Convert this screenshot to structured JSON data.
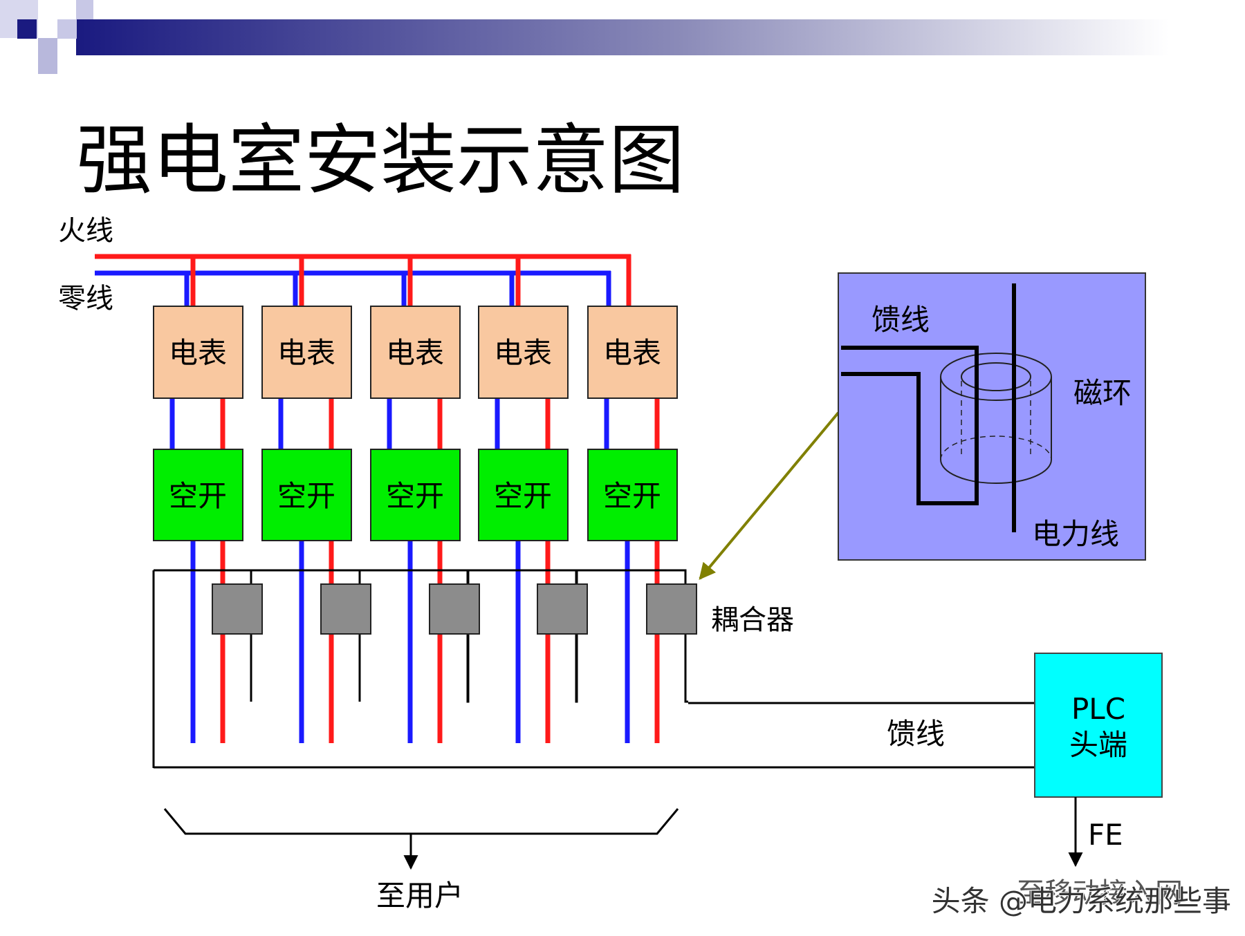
{
  "title": "强电室安装示意图",
  "labels": {
    "live_wire": "火线",
    "neutral_wire": "零线",
    "coupler": "耦合器",
    "feeder": "馈线",
    "to_users": "至用户",
    "fe": "FE",
    "bottom_right_text": "至移动接入网",
    "watermark": "头条 @电力系统那些事"
  },
  "meters": [
    "电表",
    "电表",
    "电表",
    "电表",
    "电表"
  ],
  "breakers": [
    "空开",
    "空开",
    "空开",
    "空开",
    "空开"
  ],
  "plc": {
    "line1": "PLC",
    "line2": "头端"
  },
  "inset": {
    "feeder": "馈线",
    "magnetic_ring": "磁环",
    "power_line": "电力线"
  },
  "colors": {
    "live": "#ff1a1a",
    "neutral": "#1a1aff",
    "meter_fill": "#f9c8a0",
    "breaker_fill": "#00ee00",
    "coupler_fill": "#8c8c8c",
    "plc_fill": "#00ffff",
    "inset_fill": "#9999ff",
    "pointer_arrow": "#808000",
    "header_bar": "#1a1a80"
  }
}
